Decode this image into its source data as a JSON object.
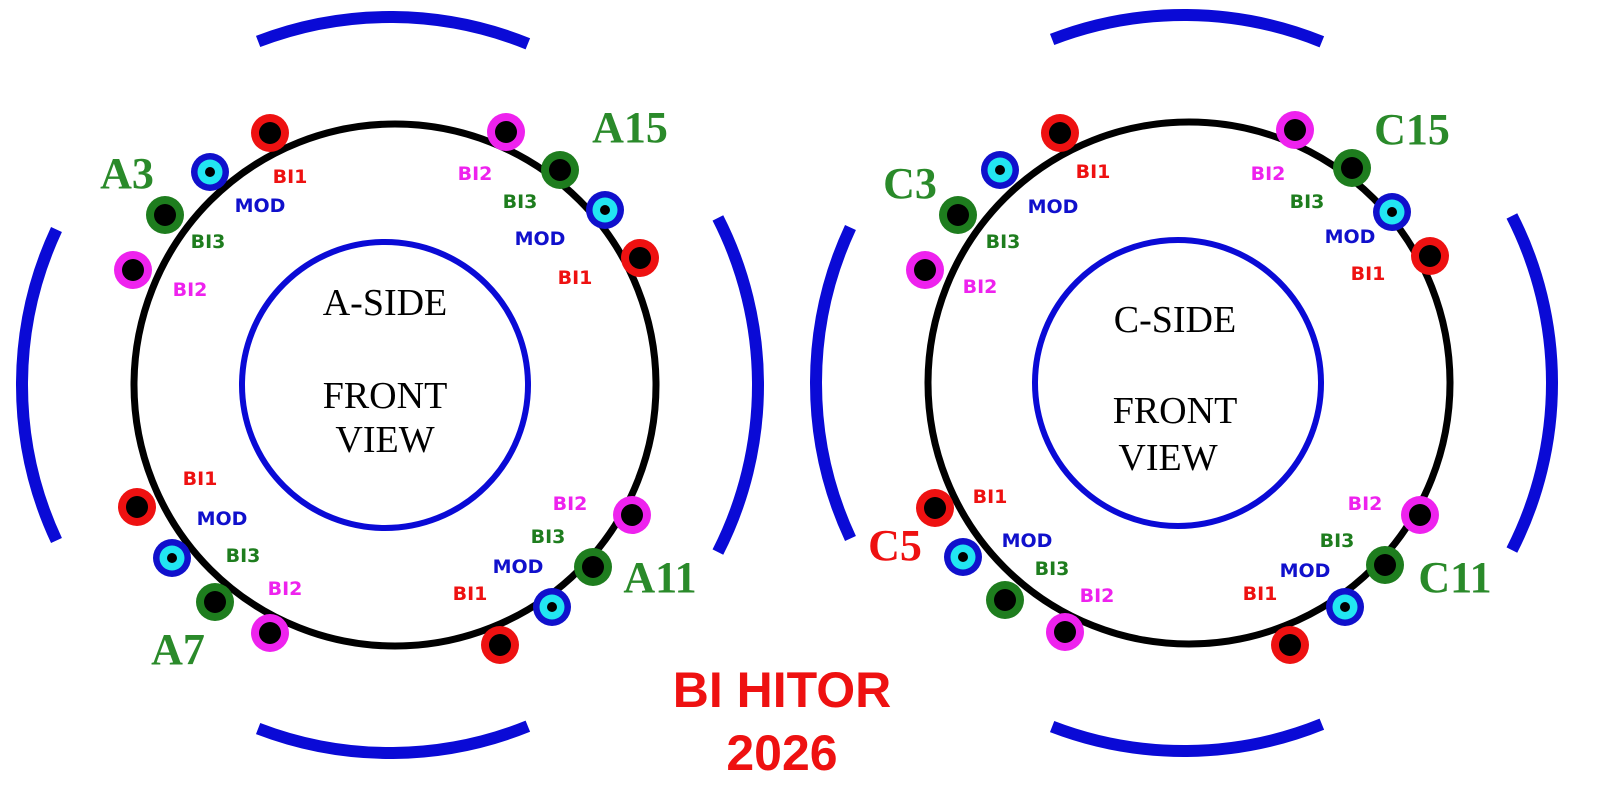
{
  "colors": {
    "BI1": "#ee1111",
    "BI2": "#ee22ee",
    "BI3": "#1e7d1e",
    "MOD": "#1010cc",
    "cyan": "#22e6f2",
    "blue": "#0a0ad6",
    "green": "#2a8a2a"
  },
  "title": {
    "line1": "BI HITOR",
    "line2": "2026"
  },
  "a_side": {
    "name": "A-SIDE",
    "front": "FRONT",
    "view": "VIEW",
    "groups": [
      {
        "label": "A3",
        "label_color": "green",
        "detectors": [
          "BI1",
          "MOD",
          "BI3",
          "BI2"
        ]
      },
      {
        "label": "A15",
        "label_color": "green",
        "detectors": [
          "BI2",
          "BI3",
          "MOD",
          "BI1"
        ]
      },
      {
        "label": "A7",
        "label_color": "green",
        "detectors": [
          "BI1",
          "MOD",
          "BI3",
          "BI2"
        ]
      },
      {
        "label": "A11",
        "label_color": "green",
        "detectors": [
          "BI2",
          "BI3",
          "MOD",
          "BI1"
        ]
      }
    ]
  },
  "c_side": {
    "name": "C-SIDE",
    "front": "FRONT",
    "view": "VIEW",
    "groups": [
      {
        "label": "C3",
        "label_color": "green",
        "detectors": [
          "BI1",
          "MOD",
          "BI3",
          "BI2"
        ]
      },
      {
        "label": "C15",
        "label_color": "green",
        "detectors": [
          "BI2",
          "BI3",
          "MOD",
          "BI1"
        ]
      },
      {
        "label": "C5",
        "label_color": "red",
        "detectors": [
          "BI1",
          "MOD",
          "BI3",
          "BI2"
        ]
      },
      {
        "label": "C11",
        "label_color": "green",
        "detectors": [
          "BI2",
          "BI3",
          "MOD",
          "BI1"
        ]
      }
    ]
  }
}
